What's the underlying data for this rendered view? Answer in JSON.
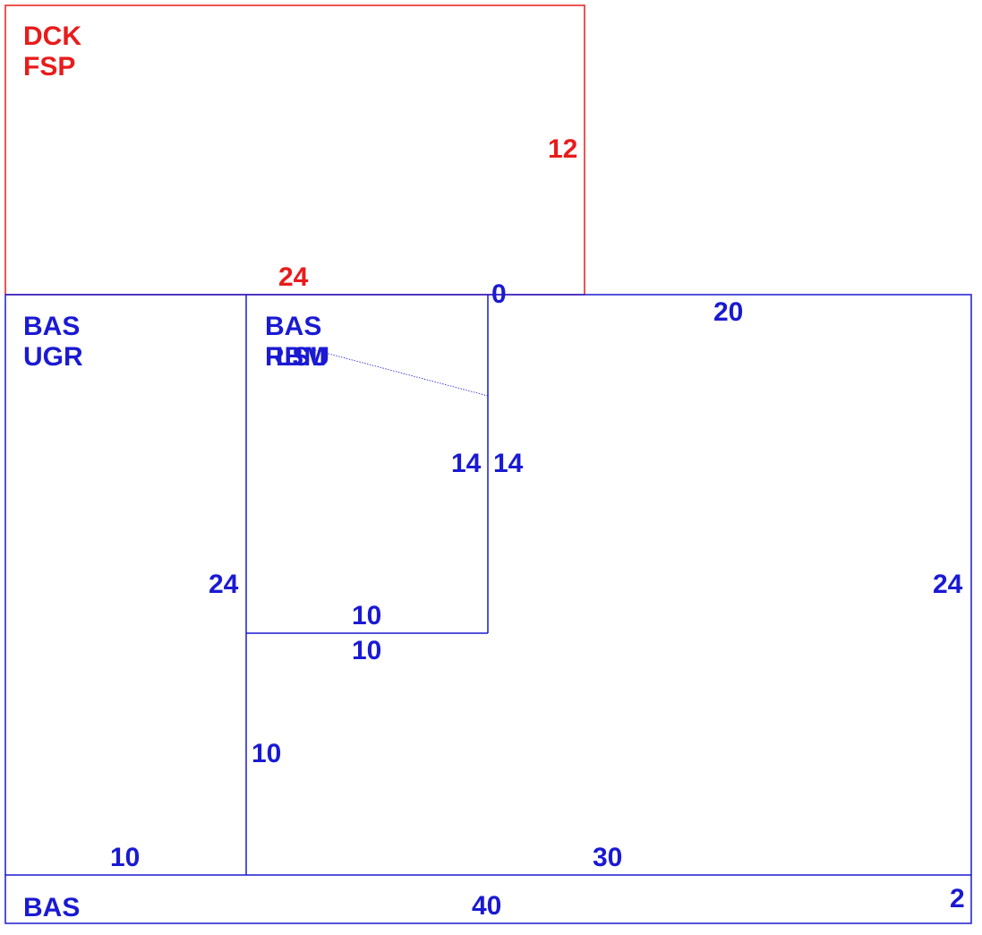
{
  "colors": {
    "deck": "#e81c1c",
    "base": "#1a1ad2"
  },
  "areas": {
    "deck_fsp": {
      "code": "DCK",
      "type": "FSP"
    },
    "base_ugr": {
      "code": "BAS",
      "type": "UGR"
    },
    "base_rbm": {
      "code": "BAS",
      "type": "RBM",
      "overlap_type": "LSU"
    },
    "base_strip": {
      "code": "BAS"
    }
  },
  "dimensions": {
    "deck_right": "12",
    "deck_bottom": "24",
    "top_right_zero": "0",
    "right_block_top": "20",
    "notch_left": "14",
    "notch_right": "14",
    "ugr_right": "24",
    "right_side": "24",
    "rbm_bottom_inner": "10",
    "rbm_bottom_outer": "10",
    "lower_inner_left": "10",
    "ugr_bottom": "10",
    "lower_bottom": "30",
    "strip_bottom": "40",
    "strip_right": "2"
  }
}
